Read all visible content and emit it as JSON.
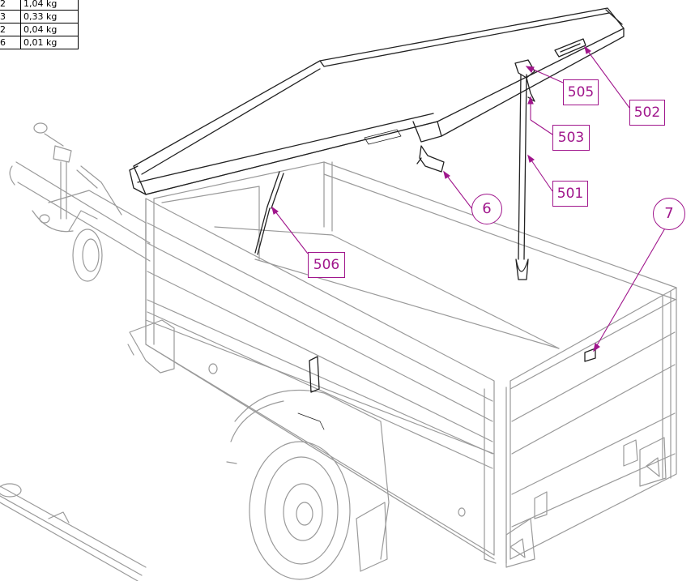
{
  "weights_table": [
    {
      "qty": "2",
      "weight": "1,04 kg"
    },
    {
      "qty": "3",
      "weight": "0,33 kg"
    },
    {
      "qty": "2",
      "weight": "0,04 kg"
    },
    {
      "qty": "6",
      "weight": "0,01 kg"
    }
  ],
  "callouts": {
    "p505": "505",
    "p502": "502",
    "p503": "503",
    "p501": "501",
    "p506": "506",
    "p6": "6",
    "p7": "7"
  },
  "colors": {
    "callout": "#a0168c",
    "line_art": "#222222",
    "faint_line": "#9a9a9a"
  }
}
